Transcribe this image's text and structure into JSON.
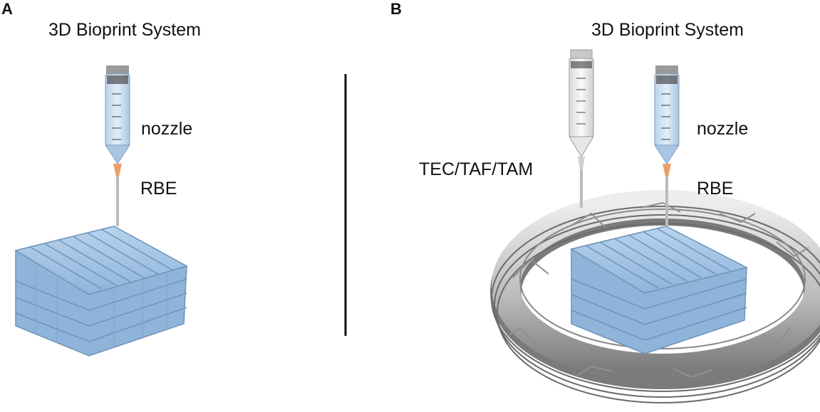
{
  "panel_a": {
    "letter": "A",
    "title": "3D Bioprint System",
    "nozzle_label": "nozzle",
    "material_label": "RBE"
  },
  "panel_b": {
    "letter": "B",
    "title": "3D Bioprint System",
    "nozzle_label": "nozzle",
    "material_label": "RBE",
    "secondary_material_label": "TEC/TAF/TAM"
  },
  "colors": {
    "bioink_blue": "#9fc3e6",
    "bioink_blue_dark": "#6f93b8",
    "ring_gray": "#c4c4c4",
    "ring_gray_dark": "#7a7a7a",
    "needle_tip": "#e8a06a",
    "divider": "#111111"
  }
}
